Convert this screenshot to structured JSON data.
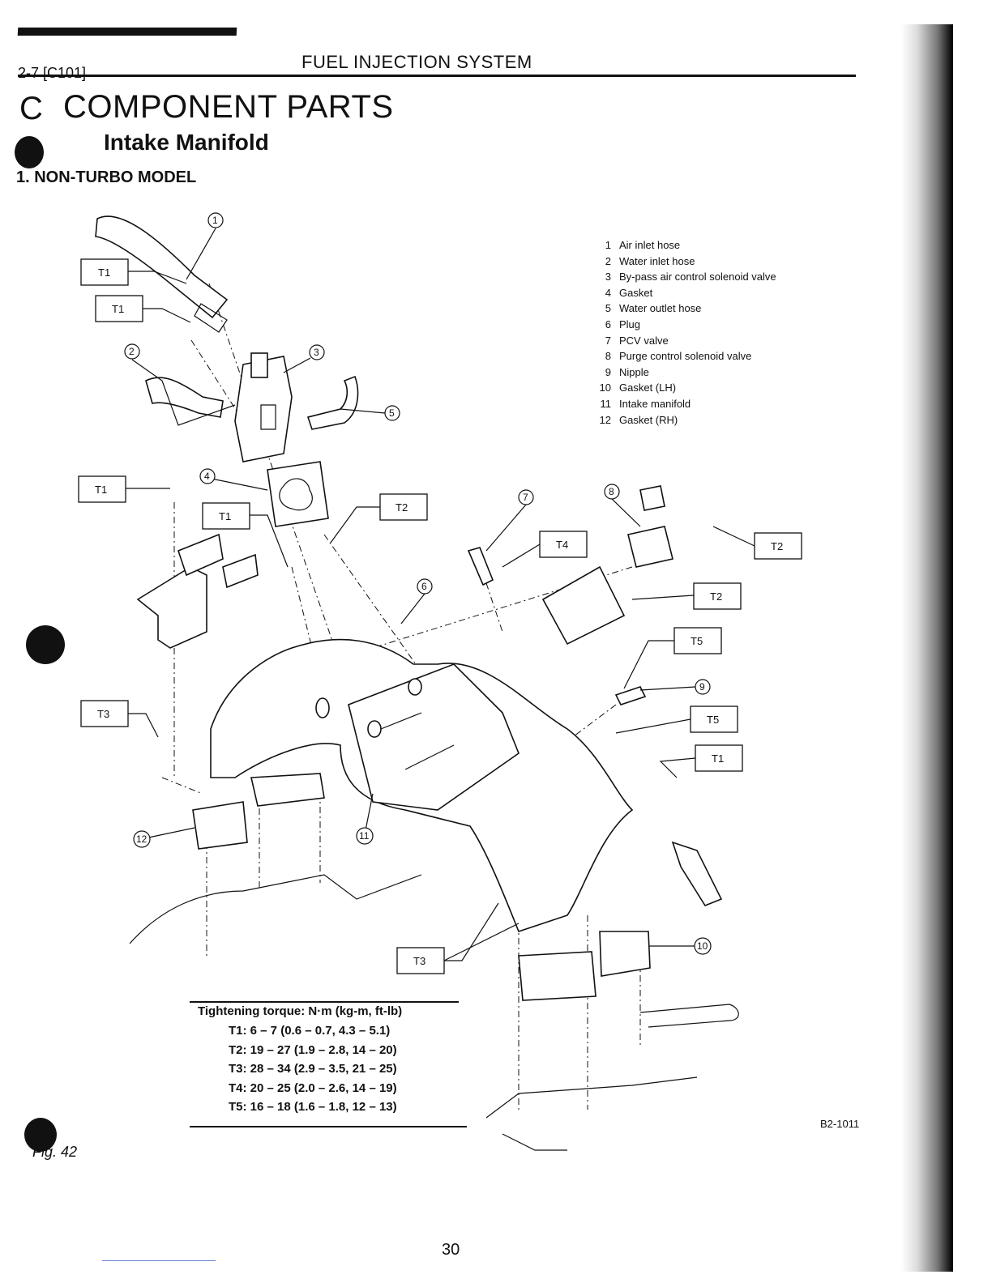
{
  "header": {
    "section_code": "2-7  [C101]",
    "title": "FUEL INJECTION SYSTEM"
  },
  "section": {
    "letter": "C",
    "title": "COMPONENT PARTS",
    "subtitle": "Intake Manifold",
    "model": "1. NON-TURBO MODEL"
  },
  "parts_list": [
    {
      "num": "1",
      "name": "Air inlet hose"
    },
    {
      "num": "2",
      "name": "Water inlet hose"
    },
    {
      "num": "3",
      "name": "By-pass air control solenoid valve"
    },
    {
      "num": "4",
      "name": "Gasket"
    },
    {
      "num": "5",
      "name": "Water outlet hose"
    },
    {
      "num": "6",
      "name": "Plug"
    },
    {
      "num": "7",
      "name": "PCV valve"
    },
    {
      "num": "8",
      "name": "Purge control solenoid valve"
    },
    {
      "num": "9",
      "name": "Nipple"
    },
    {
      "num": "10",
      "name": "Gasket (LH)"
    },
    {
      "num": "11",
      "name": "Intake manifold"
    },
    {
      "num": "12",
      "name": "Gasket (RH)"
    }
  ],
  "torque": {
    "heading": "Tightening torque:  N·m (kg-m, ft-lb)",
    "lines": [
      "T1:  6 – 7 (0.6 – 0.7, 4.3 – 5.1)",
      "T2:  19 – 27 (1.9 – 2.8, 14 – 20)",
      "T3:  28 – 34 (2.9 – 3.5, 21 – 25)",
      "T4:  20 – 25 (2.0 – 2.6, 14 – 19)",
      "T5:  16 – 18 (1.6 – 1.8, 12 – 13)"
    ]
  },
  "diagram": {
    "torque_labels": [
      "T1",
      "T1",
      "T1",
      "T1",
      "T1",
      "T2",
      "T2",
      "T2",
      "T3",
      "T3",
      "T4",
      "T5",
      "T5"
    ],
    "callouts": [
      "1",
      "2",
      "3",
      "4",
      "5",
      "6",
      "7",
      "8",
      "9",
      "10",
      "11",
      "12"
    ]
  },
  "figure_code": "B2-1011",
  "figure_number": "Fig. 42",
  "page_number": "30"
}
